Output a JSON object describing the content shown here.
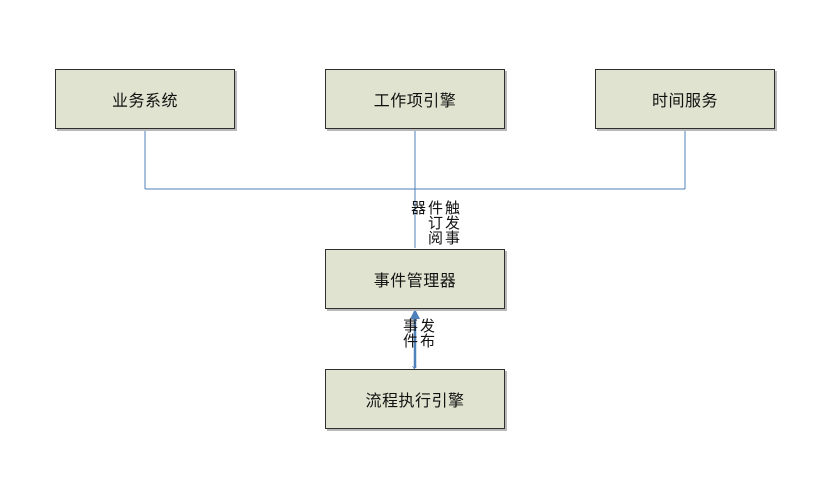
{
  "diagram": {
    "boxes": {
      "business": "业务系统",
      "workitem": "工作项引擎",
      "time": "时间服务",
      "event_manager": "事件管理器",
      "flow_engine": "流程执行引擎"
    },
    "labels": {
      "trigger_subscriber": "触发事件订阅器",
      "publish_event": "发布事件"
    },
    "colors": {
      "box_fill": "#dfe3cf",
      "box_border": "#2f2f2f",
      "connector": "#4f81bd"
    }
  }
}
